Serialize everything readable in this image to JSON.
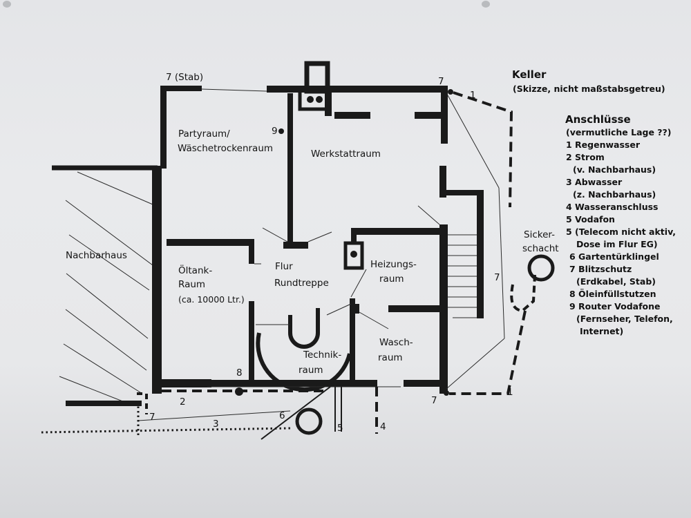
{
  "title": "Keller",
  "subtitle": "(Skizze, nicht maßstabsgetreu)",
  "rooms": {
    "party_1": "Partyraum/",
    "party_2": "Wäschetrockenraum",
    "werkstatt": "Werkstattraum",
    "nachbarhaus": "Nachbarhaus",
    "oeltank_1": "Öltank-",
    "oeltank_2": "Raum",
    "oeltank_3": "(ca. 10000 Ltr.)",
    "flur_1": "Flur",
    "flur_2": "Rundtreppe",
    "heizung_1": "Heizungs-",
    "heizung_2": "raum",
    "wasch_1": "Wasch-",
    "wasch_2": "raum",
    "technik_1": "Technik-",
    "technik_2": "raum",
    "sicker_1": "Sicker-",
    "sicker_2": "schacht"
  },
  "markers": {
    "stab": "7 (Stab)",
    "n7": "7",
    "n1": "1",
    "n2": "2",
    "n3": "3",
    "n4": "4",
    "n5": "5",
    "n6": "6",
    "n8": "8",
    "n9": "9"
  },
  "legend": {
    "heading": "Anschlüsse",
    "lines": [
      "(vermutliche Lage ??)",
      "1 Regenwasser",
      "2 Strom",
      "(v. Nachbarhaus)",
      "3 Abwasser",
      "(z. Nachbarhaus)",
      "4 Wasseranschluss",
      "5  Vodafon",
      "5 (Telecom nicht aktiv,",
      "Dose im Flur EG)",
      "6 Gartentürklingel",
      "7 Blitzschutz",
      "(Erdkabel, Stab)",
      "8 Öleinfüllstutzen",
      "9 Router Vodafone",
      "(Fernseher, Telefon,",
      "Internet)"
    ]
  }
}
